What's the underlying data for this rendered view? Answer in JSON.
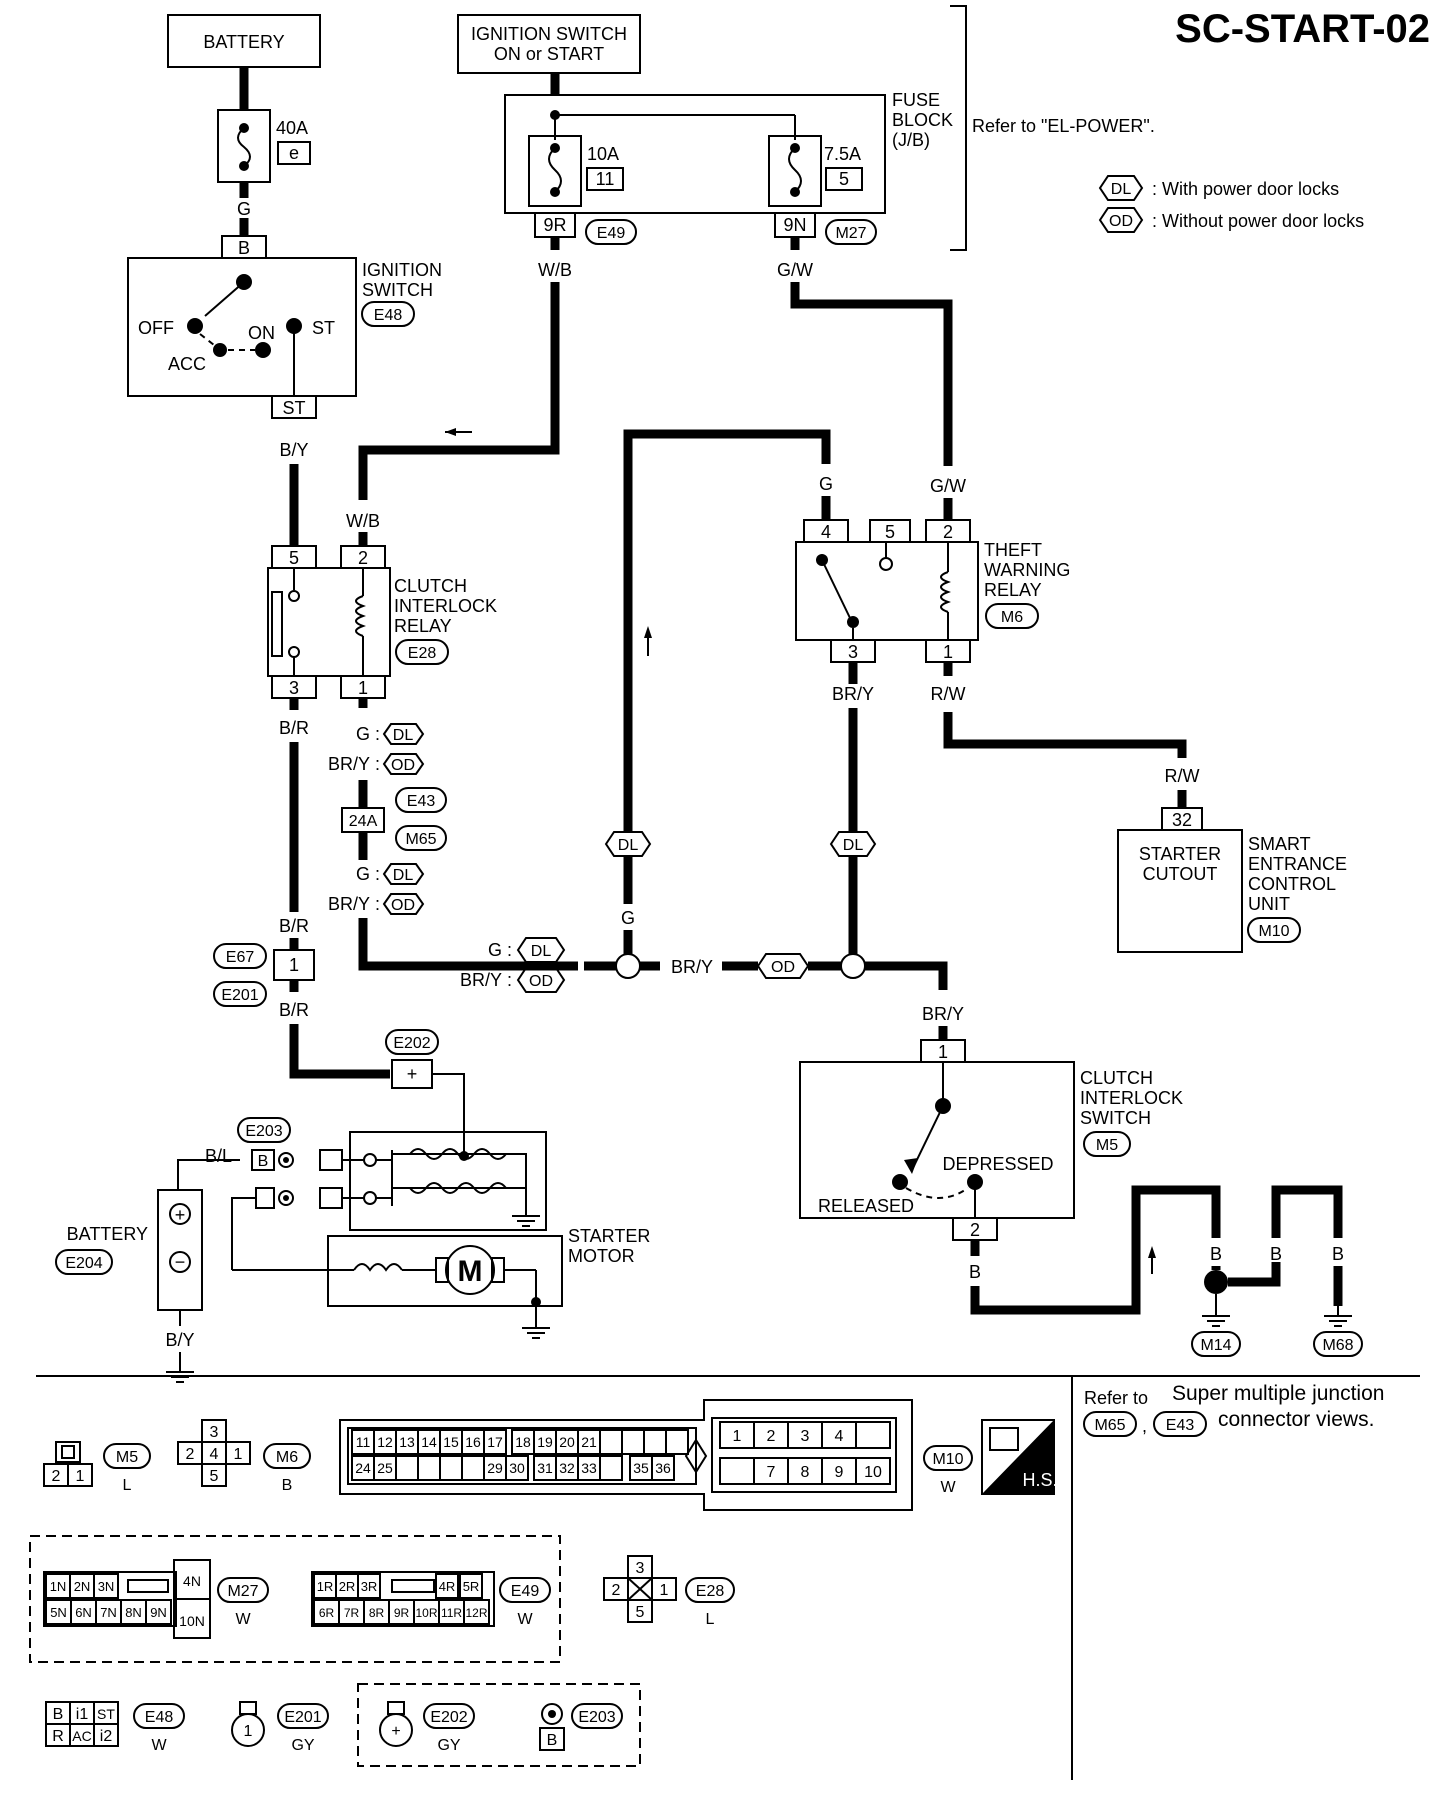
{
  "title": "SC-START-02",
  "legend": {
    "dl_tag": "DL",
    "dl_text": ": With power door locks",
    "od_tag": "OD",
    "od_text": ": Without power door locks"
  },
  "refer_power": "Refer to \"EL-POWER\".",
  "battery_top": "BATTERY",
  "fuse_40a": {
    "rating": "40A",
    "id": "e"
  },
  "ign_switch_box": {
    "line1": "IGNITION SWITCH",
    "line2": "ON or START"
  },
  "fuse_block": {
    "line1": "FUSE",
    "line2": "BLOCK",
    "line3": "(J/B)",
    "fuse_a_rating": "10A",
    "fuse_a_id": "11",
    "fuse_b_rating": "7.5A",
    "fuse_b_id": "5",
    "term_a": "9R",
    "conn_a": "E49",
    "term_b": "9N",
    "conn_b": "M27"
  },
  "ignition_switch": {
    "name1": "IGNITION",
    "name2": "SWITCH",
    "conn": "E48",
    "term_top": "B",
    "term_bottom": "ST",
    "off": "OFF",
    "acc": "ACC",
    "on": "ON",
    "st": "ST"
  },
  "wires": {
    "g": "G",
    "wb": "W/B",
    "gw": "G/W",
    "by": "B/Y",
    "br": "B/R",
    "bry": "BR/Y",
    "rw": "R/W",
    "bl": "B/L",
    "b": "B"
  },
  "clutch_relay": {
    "name1": "CLUTCH",
    "name2": "INTERLOCK",
    "name3": "RELAY",
    "conn": "E28",
    "t5": "5",
    "t2": "2",
    "t3": "3",
    "t1": "1"
  },
  "theft_relay": {
    "name1": "THEFT",
    "name2": "WARNING",
    "name3": "RELAY",
    "conn": "M6",
    "t4": "4",
    "t5": "5",
    "t2": "2",
    "t3": "3",
    "t1": "1"
  },
  "junction": {
    "term": "24A",
    "conn_a": "E43",
    "conn_b": "M65"
  },
  "smart_unit": {
    "inside1": "STARTER",
    "inside2": "CUTOUT",
    "name1": "SMART",
    "name2": "ENTRANCE",
    "name3": "CONTROL",
    "name4": "UNIT",
    "conn": "M10",
    "term": "32"
  },
  "e67_e201": {
    "conn_a": "E67",
    "conn_b": "E201",
    "term": "1"
  },
  "e202": {
    "conn": "E202",
    "term": "+"
  },
  "e203": {
    "conn": "E203",
    "term": "B"
  },
  "battery_bottom": {
    "name": "BATTERY",
    "conn": "E204"
  },
  "starter": {
    "name1": "STARTER",
    "name2": "MOTOR",
    "motor": "M"
  },
  "clutch_switch": {
    "name1": "CLUTCH",
    "name2": "INTERLOCK",
    "name3": "SWITCH",
    "conn": "M5",
    "t1": "1",
    "t2": "2",
    "depressed": "DEPRESSED",
    "released": "RELEASED"
  },
  "grounds": {
    "m14": "M14",
    "m68": "M68"
  },
  "views": {
    "refer_to": "Refer to",
    "super_text1": "Super multiple junction",
    "super_text2": "connector views.",
    "ref_a": "M65",
    "ref_b": "E43",
    "comma": ",",
    "m5": {
      "name": "M5",
      "color": "L",
      "cells": [
        "2",
        "1"
      ]
    },
    "m6": {
      "name": "M6",
      "color": "B",
      "cells": [
        "3",
        "2",
        "4",
        "1",
        "5"
      ]
    },
    "m10": {
      "name": "M10",
      "color": "W",
      "row1": [
        "11",
        "12",
        "13",
        "14",
        "15",
        "16",
        "17",
        "18",
        "19",
        "20",
        "21"
      ],
      "row2": [
        "24",
        "25",
        "29",
        "30",
        "31",
        "32",
        "33",
        "35",
        "36"
      ],
      "r_row1": [
        "1",
        "2",
        "3",
        "4"
      ],
      "r_row2": [
        "7",
        "8",
        "9",
        "10"
      ]
    },
    "hs": "H.S.",
    "m27": {
      "name": "M27",
      "color": "W",
      "row1": [
        "1N",
        "2N",
        "3N",
        "4N"
      ],
      "row2": [
        "5N",
        "6N",
        "7N",
        "8N",
        "9N",
        "10N"
      ]
    },
    "e49": {
      "name": "E49",
      "color": "W",
      "row1": [
        "1R",
        "2R",
        "3R",
        "4R",
        "5R"
      ],
      "row2": [
        "6R",
        "7R",
        "8R",
        "9R",
        "10R",
        "11R",
        "12R"
      ]
    },
    "e28": {
      "name": "E28",
      "color": "L",
      "cells": [
        "3",
        "2",
        "1",
        "5"
      ]
    },
    "e48": {
      "name": "E48",
      "color": "W",
      "row1": [
        "B",
        "i1",
        "ST"
      ],
      "row2": [
        "R",
        "AC",
        "i2"
      ]
    },
    "e201": {
      "name": "E201",
      "color": "GY",
      "cell": "1"
    },
    "e202": {
      "name": "E202",
      "color": "GY",
      "cell": "+"
    },
    "e203": {
      "name": "E203",
      "cell": "B"
    }
  }
}
